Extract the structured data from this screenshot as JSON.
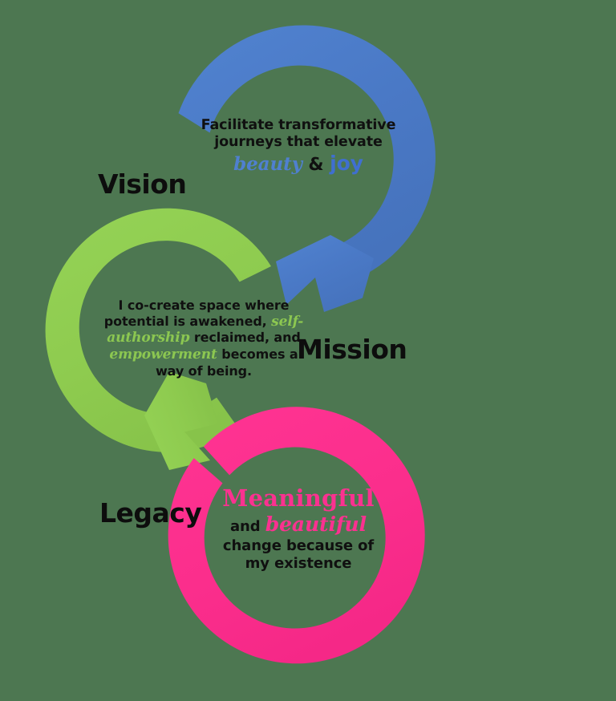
{
  "background_color": "#4d7751",
  "diagram": {
    "type": "circular-arrow-cycle",
    "title_present": false,
    "stages": [
      {
        "id": "vision",
        "label": "Vision",
        "color": "#4a7ac8",
        "shape": "circular-arrow",
        "arrow_direction": "clockwise, head pointing down-left",
        "text_lines": [
          "Facilitate transformative",
          "journeys that elevate",
          "beauty & joy"
        ],
        "highlight_words": [
          "beauty",
          "joy"
        ],
        "highlight_color": "#4f80d0"
      },
      {
        "id": "mission",
        "label": "Mission",
        "color": "#8dcb4f",
        "shape": "circular-arrow",
        "arrow_direction": "clockwise, head pointing down-right",
        "text_lines": [
          "I co-create space where",
          "potential is awakened, self-",
          "authorship reclaimed, and",
          "empowerment becomes a",
          "way of being."
        ],
        "highlight_words": [
          "self-authorship",
          "empowerment"
        ],
        "highlight_color": "#8cc751"
      },
      {
        "id": "legacy",
        "label": "Legacy",
        "color": "#fb2e8c",
        "shape": "circular-ring",
        "arrow_direction": "none, open ring with gap at upper-left",
        "text_lines": [
          "Meaningful",
          "and beautiful",
          "change  because of",
          "my existence"
        ],
        "highlight_words": [
          "Meaningful",
          "beautiful"
        ],
        "highlight_color": "#fb3190"
      }
    ]
  },
  "vision": {
    "label": "Vision",
    "line1": "Facilitate transformative",
    "line2": "journeys that elevate",
    "word_beauty": "beauty",
    "word_amp": " & ",
    "word_joy": "joy"
  },
  "mission": {
    "label": "Mission",
    "line1": "I co-create space where",
    "line2a": "potential is awakened, ",
    "word_self": "self-",
    "word_authorship": "authorship",
    "line3b": " reclaimed, and",
    "word_empowerment": "empowerment",
    "line4b": " becomes a",
    "line5": "way of being."
  },
  "legacy": {
    "label": "Legacy",
    "word_meaningful": "Meaningful",
    "word_and": "and ",
    "word_beautiful": "beautiful",
    "line3": "change  because of",
    "line4": "my existence"
  },
  "colors": {
    "blue": "#4a7ac8",
    "green": "#8dcb4f",
    "pink": "#fb2e8c",
    "text": "#101010"
  }
}
